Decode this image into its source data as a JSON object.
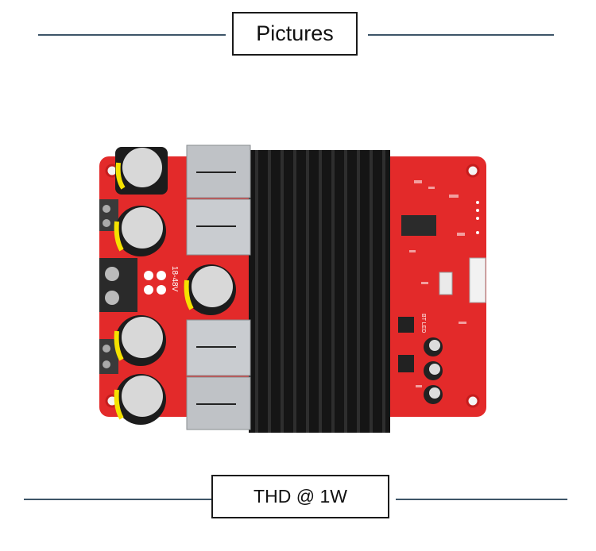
{
  "header": {
    "title": "Pictures"
  },
  "footer": {
    "caption": "THD @ 1W"
  },
  "board": {
    "voltage_label": "18-48V",
    "bt_led_label": "BT LED",
    "colors": {
      "pcb": "#e32a2a",
      "heatsink": "#151515",
      "cap_body": "#1c1c1c",
      "cap_top": "#d8d8d8",
      "stripe": "#f5e200"
    }
  }
}
